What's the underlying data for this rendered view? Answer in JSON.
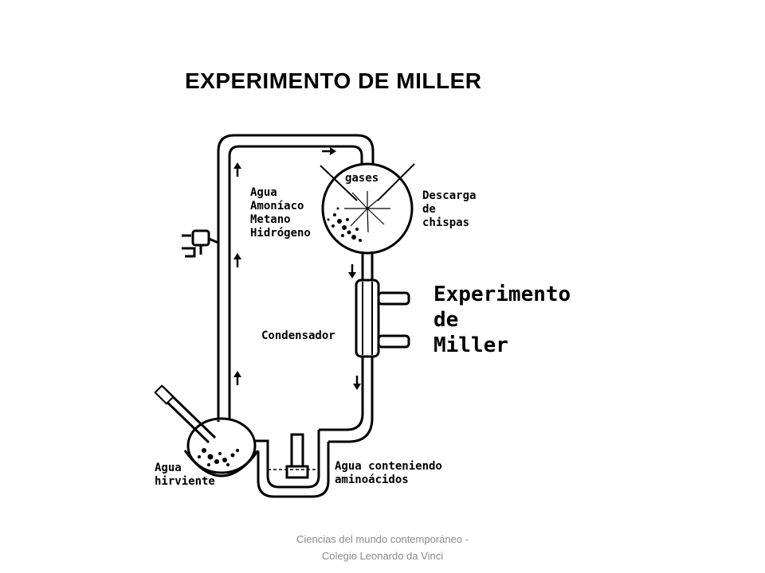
{
  "slide": {
    "title": "EXPERIMENTO DE MILLER"
  },
  "diagram": {
    "gases_label": "gases",
    "spark_label": [
      "Descarga",
      "de",
      "chispas"
    ],
    "gas_list": [
      "Agua",
      "Amoníaco",
      "Metano",
      "Hidrógeno"
    ],
    "condenser_label": "Condensador",
    "big_title": [
      "Experimento",
      "de",
      "Miller"
    ],
    "boiling_label": [
      "Agua",
      "hirviente"
    ],
    "amino_label": [
      "Agua conteniendo",
      "aminoácidos"
    ]
  },
  "footer": {
    "line1": "Ciencias del mundo contemporáneo -",
    "line2": "Colegio Leonardo da Vinci"
  }
}
